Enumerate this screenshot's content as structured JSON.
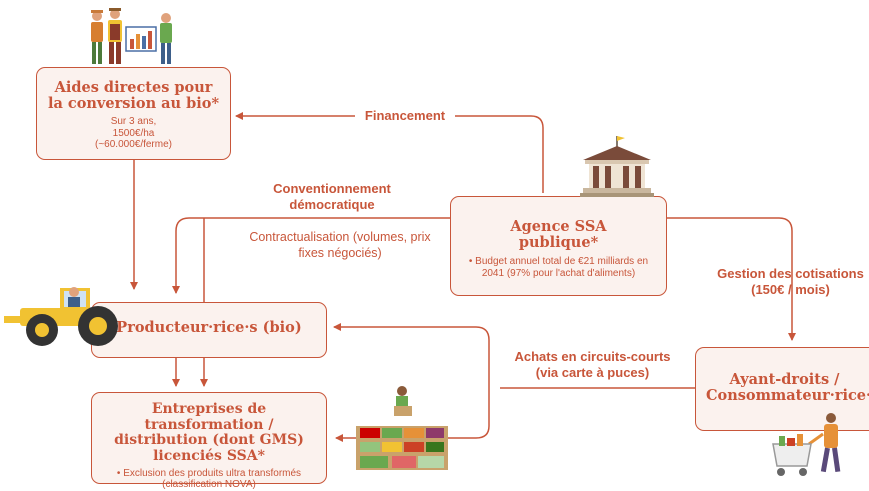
{
  "colors": {
    "accent": "#c8563a",
    "box_fill": "#fbf2ee"
  },
  "boxes": {
    "aides": {
      "title": "Aides directes pour la conversion au bio*",
      "note": "Sur 3 ans, 1500€/ha (~60.000€/ferme)"
    },
    "agence": {
      "title": "Agence SSA publique*",
      "note": "• Budget annuel total de €21 milliards en 2041 (97% pour l'achat d'aliments)"
    },
    "producteur": {
      "title": "Producteur·rice·s (bio)"
    },
    "entreprises": {
      "title": "Entreprises de transformation / distribution (dont GMS) licenciés SSA*",
      "note": "• Exclusion des produits ultra transformés (classification NOVA)"
    },
    "ayants": {
      "title": "Ayant-droits / Consommateur·rice·s"
    }
  },
  "labels": {
    "financement": "Financement",
    "conventionnement": "Conventionnement démocratique",
    "contractualisation": "Contractualisation (volumes, prix fixes négociés)",
    "gestion": "Gestion des cotisations (150€ / mois)",
    "achats": "Achats en circuits-courts (via carte à puces)"
  },
  "icons": {
    "farmers": "farmers-group-icon",
    "bank": "public-building-icon",
    "tractor": "tractor-icon",
    "market": "market-stall-icon",
    "shopper": "shopper-cart-icon"
  }
}
